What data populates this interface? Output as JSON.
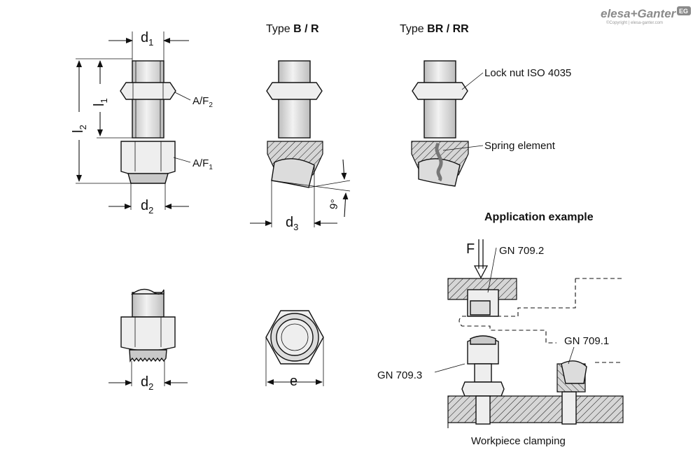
{
  "logo": {
    "brand": "elesa+Ganter",
    "badge": "EG",
    "copyright": "©Copyright | elesa-ganter.com"
  },
  "dims": {
    "d1": "d",
    "d1_sub": "1",
    "d2": "d",
    "d2_sub": "2",
    "d2b": "d",
    "d2b_sub": "2",
    "d3": "d",
    "d3_sub": "3",
    "l1": "l",
    "l1_sub": "1",
    "l2": "l",
    "l2_sub": "2",
    "af1": "A/F",
    "af1_sub": "1",
    "af2": "A/F",
    "af2_sub": "2",
    "angle": "9°",
    "e": "e"
  },
  "types": {
    "b_prefix": "Type ",
    "b_bold": "B / R",
    "br_prefix": "Type ",
    "br_bold": "BR / RR"
  },
  "callouts": {
    "lock_nut": "Lock nut ISO 4035",
    "spring": "Spring element"
  },
  "application": {
    "title": "Application example",
    "force": "F",
    "gn7092": "GN 709.2",
    "gn7091": "GN 709.1",
    "gn7093": "GN 709.3",
    "caption": "Workpiece clamping"
  }
}
